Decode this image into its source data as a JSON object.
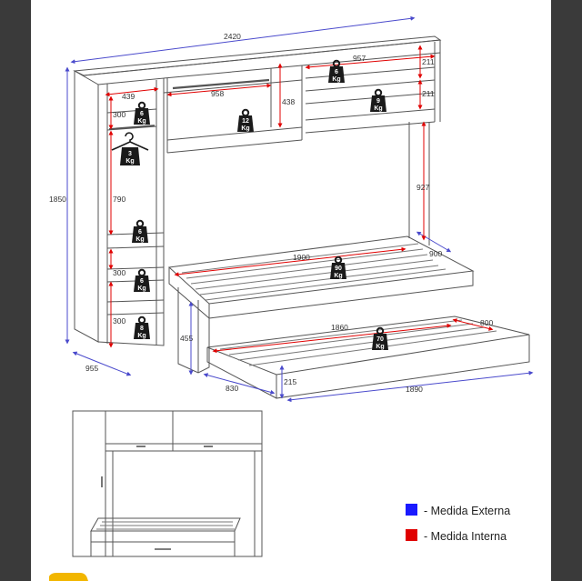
{
  "dimensions": {
    "total_width": "2420",
    "total_height": "1850",
    "depth": "955",
    "left_col_width": "439",
    "shelf_300_a": "300",
    "shelf_790": "790",
    "shelf_300_b": "300",
    "shelf_300_c": "300",
    "center_width": "958",
    "center_height": "438",
    "right_width": "957",
    "right_211_a": "211",
    "right_211_b": "211",
    "right_927": "927",
    "bed_width": "1900",
    "bed_depth": "900",
    "trundle_width": "1860",
    "trundle_depth": "800",
    "bed_height": "455",
    "trundle_height": "215",
    "base_width": "1890",
    "base_depth": "830"
  },
  "weights": {
    "w1": {
      "num": "6",
      "unit": "Kg"
    },
    "w2": {
      "num": "12",
      "unit": "Kg"
    },
    "w3": {
      "num": "6",
      "unit": "Kg"
    },
    "w4": {
      "num": "9",
      "unit": "Kg"
    },
    "w5": {
      "num": "3",
      "unit": "Kg"
    },
    "w6": {
      "num": "6",
      "unit": "Kg"
    },
    "w7": {
      "num": "6",
      "unit": "Kg"
    },
    "w8": {
      "num": "8",
      "unit": "Kg"
    },
    "w9": {
      "num": "90",
      "unit": "Kg"
    },
    "w10": {
      "num": "70",
      "unit": "Kg"
    }
  },
  "legend": {
    "external": {
      "label": "- Medida Externa",
      "color": "#1a1aff"
    },
    "internal": {
      "label": "- Medida Interna",
      "color": "#e00000"
    }
  },
  "colors": {
    "background": "#3a3a3a",
    "sheet": "#ffffff",
    "line": "#555555",
    "weight_icon": "#1a1a1a",
    "accent_tab": "#f2b600"
  }
}
